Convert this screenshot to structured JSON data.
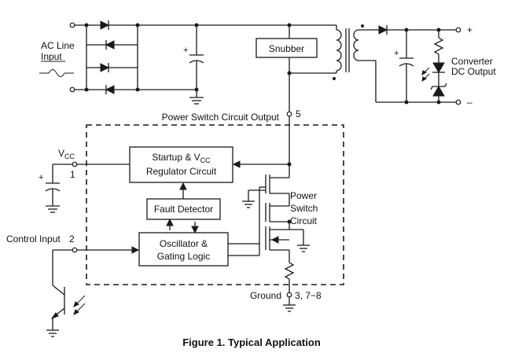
{
  "diagram": {
    "labels": {
      "ac_line": "AC Line",
      "ac_input": "Input",
      "snubber": "Snubber",
      "converter": "Converter",
      "dc_output": "DC Output",
      "plus_out": "+",
      "minus_out": "–",
      "power_switch_output": "Power Switch Circuit Output",
      "pin5": "5",
      "vcc_v": "V",
      "vcc_sub": "CC",
      "pin1": "1",
      "startup_line1": "Startup & V",
      "startup_sub": "CC",
      "startup_line2": "Regulator Circuit",
      "fault_detector": "Fault Detector",
      "osc_line1": "Oscillator &",
      "osc_line2": "Gating Logic",
      "power": "Power",
      "switch": "Switch",
      "circuit": "Circuit",
      "control_input": "Control Input",
      "pin2": "2",
      "ground": "Ground",
      "ground_pins": "3, 7−8",
      "cap_plus_bulk": "+",
      "cap_plus_out": "+",
      "cap_plus_vcc": "+"
    },
    "caption": "Figure 1. Typical Application"
  }
}
